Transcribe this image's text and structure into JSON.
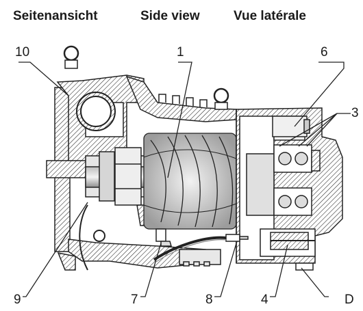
{
  "header": {
    "de": "Seitenansicht",
    "en": "Side view",
    "fr": "Vue latérale"
  },
  "callouts": {
    "c10": "10",
    "c1": "1",
    "c6": "6",
    "c3": "3",
    "c9": "9",
    "c7": "7",
    "c8": "8",
    "c4": "4",
    "cD": "D"
  }
}
